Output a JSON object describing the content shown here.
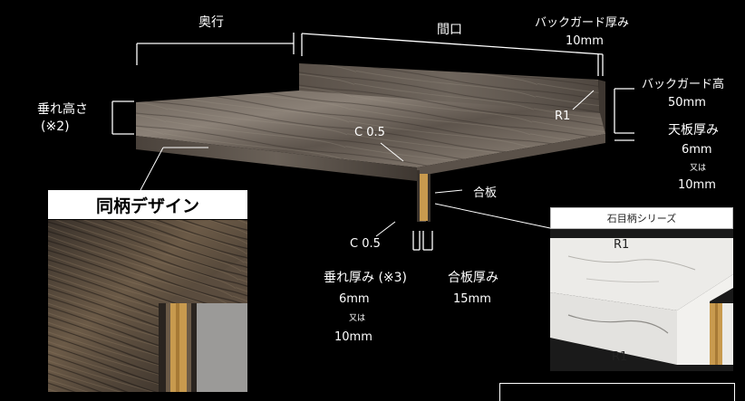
{
  "labels": {
    "depth": "奥行",
    "width": "間口",
    "backguard_thickness": "バックガード厚み",
    "backguard_thickness_value": "10mm",
    "backguard_height": "バックガード高",
    "backguard_height_value": "50mm",
    "top_thickness": "天板厚み",
    "top_thickness_value_1": "6mm",
    "top_thickness_or": "又は",
    "top_thickness_value_2": "10mm",
    "droop_height": "垂れ高さ",
    "droop_height_note": "(※2)",
    "r1_main": "R1",
    "c05_top": "C 0.5",
    "c05_bottom": "C 0.5",
    "plywood": "合板",
    "droop_thickness": "垂れ厚み (※3)",
    "droop_thickness_value_1": "6mm",
    "droop_thickness_or": "又は",
    "droop_thickness_value_2": "10mm",
    "plywood_thickness": "合板厚み",
    "plywood_thickness_value": "15mm"
  },
  "same_pattern_box": {
    "title": "同柄デザイン"
  },
  "stone_box": {
    "title": "石目柄シリーズ",
    "r1_top": "R1",
    "r1_bottom": "R1"
  },
  "colors": {
    "background": "#000000",
    "wood_dark": "#4a4038",
    "wood_light": "#8a7f74",
    "plywood": "#c89a4e"
  }
}
